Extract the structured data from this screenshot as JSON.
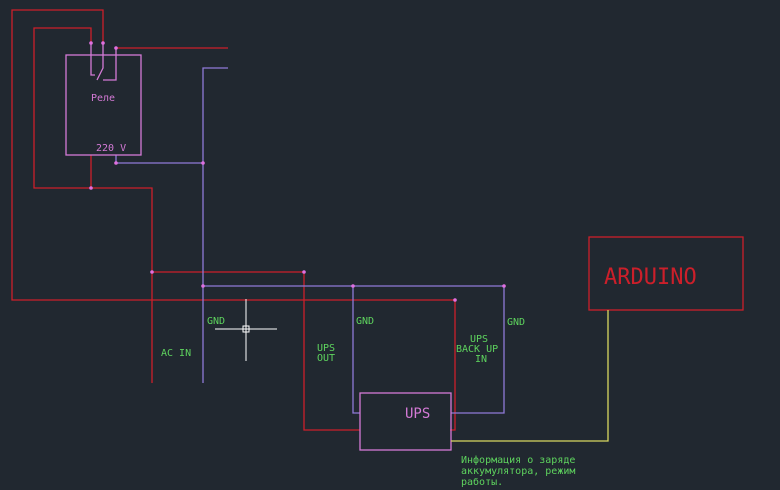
{
  "colors": {
    "background": "#212830",
    "red": "#cc1f2a",
    "violet": "#8f7ad8",
    "magenta": "#d47ad6",
    "green": "#5ed45e",
    "yellow": "#d8d860",
    "white": "#ffffff",
    "node": "#e070e0"
  },
  "labels": {
    "relay": "Реле",
    "relay_voltage": "220 V",
    "arduino": "ARDUINO",
    "ups": "UPS",
    "gnd_left": "GND",
    "gnd_mid": "GND",
    "gnd_right": "GND",
    "ac_in": "AC IN",
    "ups_out_1": "UPS",
    "ups_out_2": "OUT",
    "ups_backup_1": "UPS",
    "ups_backup_2": "BACK UP",
    "ups_backup_3": "IN",
    "info_1": "Информация о заряде",
    "info_2": "аккумулятора, режим",
    "info_3": "работы."
  }
}
